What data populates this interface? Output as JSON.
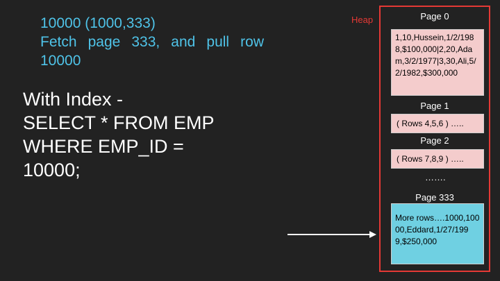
{
  "note": {
    "line1": "10000 (1000,333)",
    "line2": "Fetch page 333, and pull row 10000"
  },
  "query": {
    "lines": [
      "With Index -",
      "SELECT * FROM EMP",
      "WHERE EMP_ID =",
      "10000;"
    ]
  },
  "heap": {
    "label": "Heap",
    "pages": [
      {
        "label": "Page 0",
        "content": "1,10,Hussein,1/2/1988,$100,000|2,20,Adam,3/2/1977|3,30,Ali,5/2/1982,$300,000"
      },
      {
        "label": "Page 1",
        "content": "( Rows 4,5,6 ) ….."
      },
      {
        "label": "Page 2",
        "content": "( Rows 7,8,9 ) ….."
      },
      {
        "label": "Page 333",
        "content": "More rows….1000,10000,Eddard,1/27/1999,$250,000"
      }
    ],
    "ellipsis": "……."
  },
  "colors": {
    "heap_border": "#e53935",
    "note_text": "#4fc3e8",
    "page_fill": "#f4cccc",
    "target_page_fill": "#6fd0e2"
  }
}
